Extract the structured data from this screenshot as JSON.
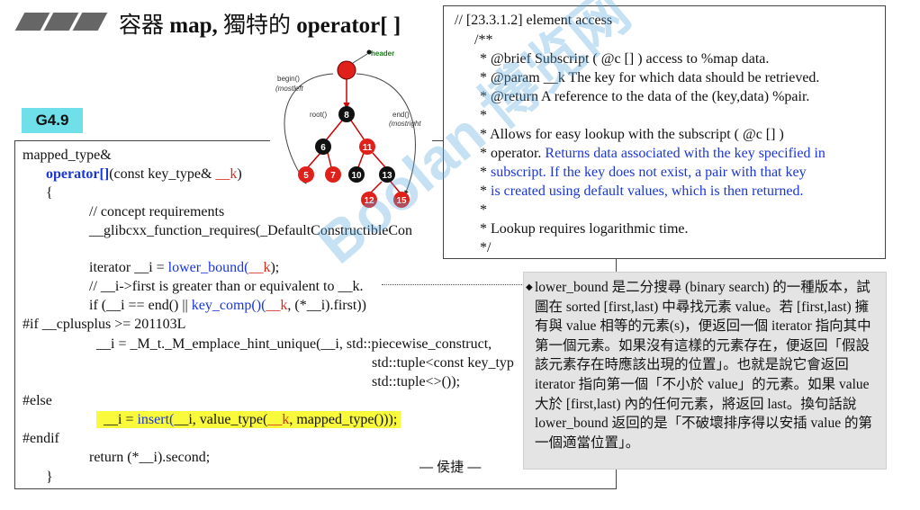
{
  "slide": {
    "title_cn": "容器 ",
    "title_map": "map, ",
    "title_cn2": "獨特的 ",
    "title_op": "operator[ ]",
    "label": "G4.9",
    "signature": "— 侯捷 —",
    "watermark": "Boolan 博览网"
  },
  "tree": {
    "header_label": "header",
    "begin_label": "begin()",
    "begin_sub": "(mostleft",
    "root_label": "root()",
    "end_label": "end()",
    "end_sub": "(mostright",
    "nodes": [
      "8",
      "6",
      "11",
      "5",
      "7",
      "10",
      "13",
      "12",
      "15"
    ]
  },
  "code": {
    "l1": "mapped_type&",
    "l2_op": "operator[]",
    "l2_a": "(const key_type& ",
    "l2_k": "__k",
    "l2_b": ")",
    "l3": "{",
    "l4": "// concept requirements",
    "l5": "__glibcxx_function_requires(_DefaultConstructibleCon",
    "l6_a": "iterator __i = ",
    "l6_lb": "lower_bound(",
    "l6_k": "__k",
    "l6_b": ");",
    "l7": "// __i->first is greater than or equivalent to __k.",
    "l8_a": "if (__i == end() || ",
    "l8_kc": "key_comp()(",
    "l8_k": "__k",
    "l8_b": ", (*__i).first))",
    "l9": "#if __cplusplus >= 201103L",
    "l10": "__i = _M_t._M_emplace_hint_unique(__i, std::piecewise_construct,",
    "l11": "std::tuple<const key_typ",
    "l12": "std::tuple<>());",
    "l13": "#else",
    "l14_a": "__i = ",
    "l14_ins": "insert(",
    "l14_b": "__i, value_type(",
    "l14_k": "__k",
    "l14_c": ", mapped_type()));",
    "l15": "#endif",
    "l16": "return (*__i).second;",
    "l17": "}"
  },
  "doc": {
    "d1": "// [23.3.1.2] element access",
    "d2": "/**",
    "d3": "*  @brief  Subscript ( @c [] ) access to %map data.",
    "d4": "*  @param  __k  The key for which data should be retrieved.",
    "d5": "*  @return  A reference to the data of the (key,data) %pair.",
    "d6": "*",
    "d7": "*  Allows for easy lookup with the subscript ( @c [] )",
    "d8_a": "*  operator.  ",
    "d8_b": "Returns data associated with the key specified in",
    "d9_a": "*  ",
    "d9_b": "subscript.  If the key does not exist, a pair with that key",
    "d10_a": "*  ",
    "d10_b": "is created using default values, which is then returned.",
    "d11": "*",
    "d12": "*  Lookup requires logarithmic time.",
    "d13": "*/"
  },
  "note": {
    "bullet": "◆",
    "text": "lower_bound 是二分搜尋 (binary search) 的一種版本，試圖在 sorted [first,last) 中尋找元素 value。若 [first,last) 擁有與 value 相等的元素(s)，便返回一個 iterator 指向其中第一個元素。如果沒有這樣的元素存在，便返回「假設該元素存在時應該出現的位置」。也就是說它會返回 iterator 指向第一個「不小於 value」的元素。如果 value 大於 [first,last) 內的任何元素，將返回 last。換句話說 lower_bound 返回的是「不破壞排序得以安插 value 的第一個適當位置」。"
  },
  "colors": {
    "accent_blue": "#1a36d8",
    "accent_red": "#d42a1a",
    "highlight": "#fafa3c",
    "label_bg": "#6fe0ea"
  }
}
